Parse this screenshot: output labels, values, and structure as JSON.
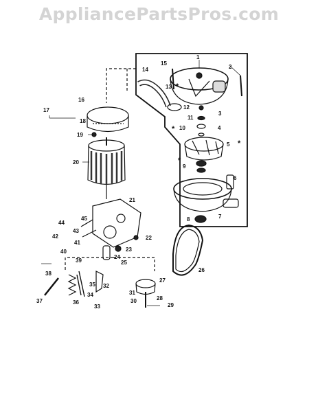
{
  "watermark": "AppliancePartsPros.com",
  "callouts": [
    "1",
    "2",
    "3",
    "4",
    "5",
    "6",
    "7",
    "8",
    "9",
    "10",
    "11",
    "12",
    "13",
    "14",
    "15",
    "16",
    "17",
    "18",
    "19",
    "20",
    "21",
    "22",
    "23",
    "24",
    "25",
    "26",
    "27",
    "28",
    "29",
    "30",
    "31",
    "32",
    "33",
    "34",
    "35",
    "36",
    "37",
    "38",
    "39",
    "40",
    "41",
    "42",
    "43",
    "44",
    "45"
  ],
  "asterisk": "*"
}
